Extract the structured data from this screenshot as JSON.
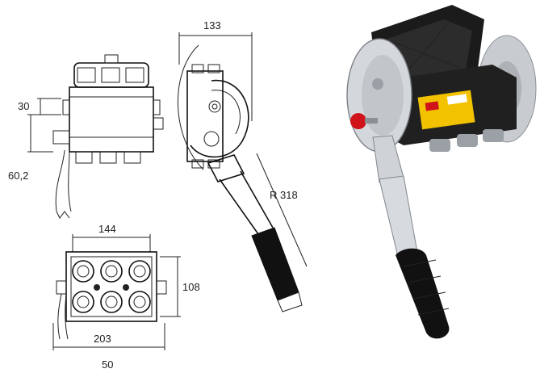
{
  "drawing": {
    "dimensions": {
      "top_width": "133",
      "offset_upper": "30",
      "offset_lower": "60,2",
      "handle_radius": "R 318",
      "base_width": "144",
      "base_height": "108",
      "overall_width": "203",
      "bottom_offset": "50"
    }
  },
  "colors": {
    "line": "#222222",
    "housing": "#1b1b1b",
    "yellow_label": "#f2c200",
    "metal": "#c9cdd2",
    "grip": "#111111",
    "red_knob": "#d0121b"
  }
}
